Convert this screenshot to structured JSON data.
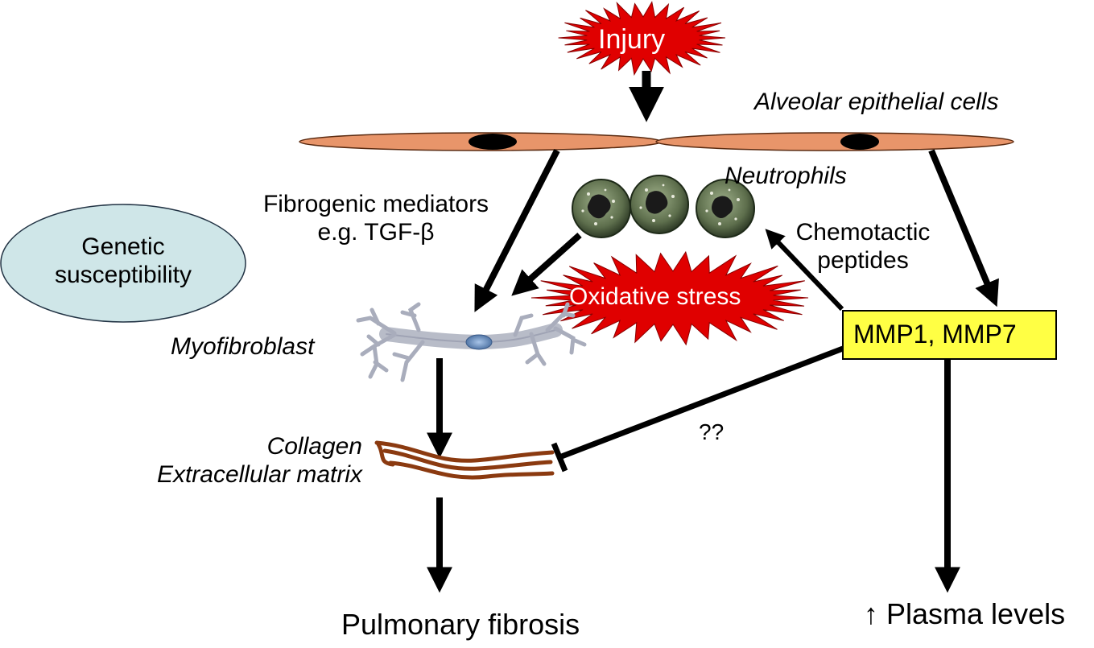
{
  "injury": {
    "label": "Injury",
    "fill": "#e00000"
  },
  "alveolar": {
    "label": "Alveolar epithelial cells",
    "cell_fill": "#e8956a"
  },
  "neutrophils": {
    "label": "Neutrophils",
    "count": 3
  },
  "fibrogenic": {
    "line1": "Fibrogenic mediators",
    "line2": "e.g. TGF-β"
  },
  "genetic": {
    "line1": "Genetic",
    "line2": "susceptibility",
    "fill": "#cfe6e8"
  },
  "chemotactic": {
    "line1": "Chemotactic",
    "line2": "peptides"
  },
  "oxidative": {
    "label": "Oxidative stress",
    "fill": "#e00000"
  },
  "myofibroblast": {
    "label": "Myofibroblast"
  },
  "mmp": {
    "label": "MMP1, MMP7",
    "fill": "#ffff44"
  },
  "unknown": {
    "label": "??"
  },
  "collagen": {
    "line1": "Collagen",
    "line2": "Extracellular matrix",
    "color": "#8b3a10"
  },
  "fibrosis": {
    "label": "Pulmonary fibrosis"
  },
  "plasma": {
    "label": "↑ Plasma levels"
  }
}
